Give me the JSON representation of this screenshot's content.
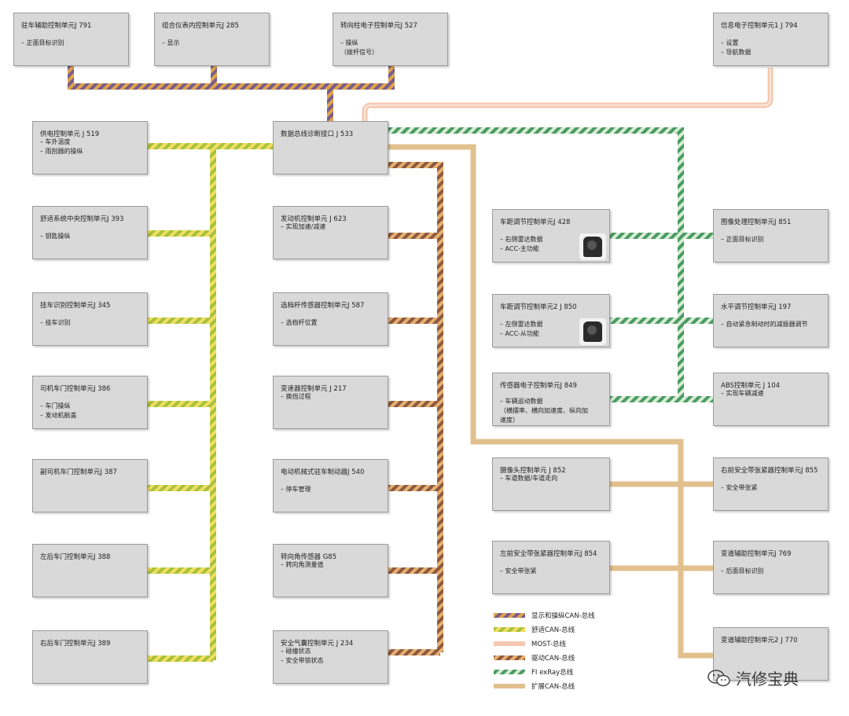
{
  "colors": {
    "display_bus": [
      "#7a5c8c",
      "#e0a44a"
    ],
    "comfort_bus": [
      "#a8c040",
      "#f0e060"
    ],
    "most_bus": "#f4c8b0",
    "drive_bus": [
      "#8a5a40",
      "#e8b070"
    ],
    "flexray_bus": [
      "#4a9a60",
      "#d8ecd8"
    ],
    "extended_bus": "#e2c08e"
  },
  "units": [
    {
      "id": "j791",
      "title": "驻车辅助控制单元J 791",
      "lines": [
        "– 正面目标识别"
      ]
    },
    {
      "id": "j285",
      "title": "组合仪表内控制单元J 285",
      "lines": [
        "– 显示"
      ]
    },
    {
      "id": "j527",
      "title": "转向柱电子控制单元J 527",
      "lines": [
        "– 操纵",
        "（拨杆信号）"
      ]
    },
    {
      "id": "j794",
      "title": "信息电子控制单元1 J 794",
      "lines": [
        "– 设置",
        "– 导航数据"
      ]
    },
    {
      "id": "j519",
      "title": "供电控制单元  J 519",
      "lines": [
        "– 车外温度",
        "– 雨刮器的操纵"
      ]
    },
    {
      "id": "j533",
      "title": "数据总线诊断接口  J 533",
      "lines": []
    },
    {
      "id": "j393",
      "title": "舒适系统中央控制单元J 393",
      "lines": [
        "– 钥匙操纵"
      ]
    },
    {
      "id": "j623",
      "title": "发动机控制单元  J 623",
      "lines": [
        "– 实现加速/减速"
      ]
    },
    {
      "id": "j428",
      "title": "车距调节控制单元J 428",
      "lines": [
        "– 右侧雷达数据",
        "– ACC-主功能"
      ]
    },
    {
      "id": "j851",
      "title": "图像处理控制单元J 851",
      "lines": [
        "– 正面目标识别"
      ]
    },
    {
      "id": "j345",
      "title": "挂车识别控制单元J 345",
      "lines": [
        "– 挂车识别"
      ]
    },
    {
      "id": "j587",
      "title": "选档杆传感器控制单元J 587",
      "lines": [
        "– 选档杆位置"
      ]
    },
    {
      "id": "j850",
      "title": "车距调节控制单元2 J 850",
      "lines": [
        "– 左侧雷达数据",
        "– ACC-从功能"
      ]
    },
    {
      "id": "j197",
      "title": "水平调节控制单元J 197",
      "lines": [
        "– 自动紧急制动时的减振器调节"
      ]
    },
    {
      "id": "j386",
      "title": "司机车门控制单元J 386",
      "lines": [
        "– 车门操纵",
        "– 发动机舱盖"
      ]
    },
    {
      "id": "j217",
      "title": "变速器控制单元  J 217",
      "lines": [
        "– 换挡过程"
      ]
    },
    {
      "id": "j849",
      "title": "传感器电子控制单元J 849",
      "lines": [
        "– 车辆运动数据",
        "（横摆率、横向加速度、纵向加",
        "速度）"
      ]
    },
    {
      "id": "j104",
      "title": "ABS控制单元  J 104",
      "lines": [
        "– 实现车辆减速"
      ]
    },
    {
      "id": "j387",
      "title": "副司机车门控制单元J 387",
      "lines": []
    },
    {
      "id": "j540",
      "title": "电动机械式驻车制动器J 540",
      "lines": [
        "– 停车管理"
      ]
    },
    {
      "id": "j852",
      "title": "摄像头控制单元  J 852",
      "lines": [
        "– 车道数据/车道走向"
      ]
    },
    {
      "id": "j855",
      "title": "右前安全带张紧器控制单元J 855",
      "lines": [
        "– 安全带张紧"
      ]
    },
    {
      "id": "j388",
      "title": "左后车门控制单元J 388",
      "lines": []
    },
    {
      "id": "g85",
      "title": "转向角传感器  G85",
      "lines": [
        "– 转向角测量值"
      ]
    },
    {
      "id": "j854",
      "title": "左前安全带张紧器控制单元J 854",
      "lines": [
        "– 安全带张紧"
      ]
    },
    {
      "id": "j769",
      "title": "变道辅助控制单元J 769",
      "lines": [
        "– 后面目标识别"
      ]
    },
    {
      "id": "j389",
      "title": "右后车门控制单元J 389",
      "lines": []
    },
    {
      "id": "j234",
      "title": "安全气囊控制单元  J 234",
      "lines": [
        "– 碰撞状态",
        "– 安全带锁状态"
      ]
    },
    {
      "id": "j770",
      "title": "变道辅助控制单元2 J 770",
      "lines": []
    }
  ],
  "legend": [
    {
      "key": "display",
      "label": "显示和操纵CAN-总线"
    },
    {
      "key": "comfort",
      "label": "舒适CAN-总线"
    },
    {
      "key": "most",
      "label": "MOST-总线"
    },
    {
      "key": "drive",
      "label": "驱动CAN-总线"
    },
    {
      "key": "flexray",
      "label": "FI exRay总线"
    },
    {
      "key": "extended",
      "label": "扩展CAN-总线"
    }
  ],
  "watermark": "汽修宝典"
}
